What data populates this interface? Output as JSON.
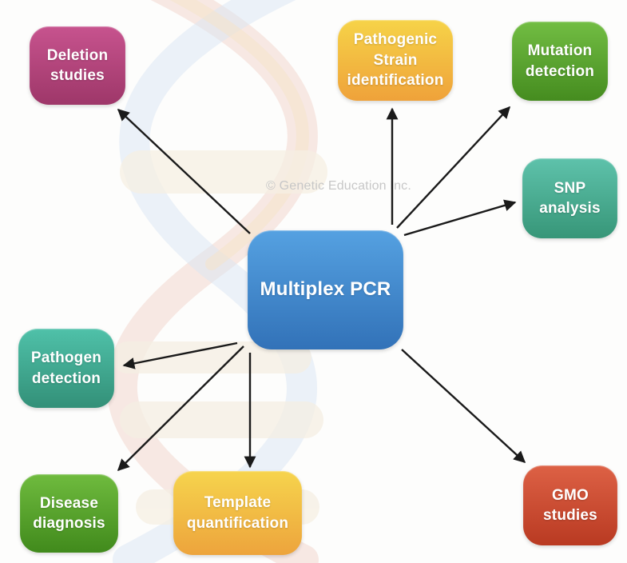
{
  "diagram": {
    "watermark": "© Genetic Education Inc.",
    "background": {
      "icon": "dna-double-helix-faint"
    },
    "arrow_color": "#1a1a1a",
    "center": {
      "id": "multiplex-pcr",
      "label": "Multiplex PCR",
      "color_top": "#55a1e1",
      "color_bottom": "#3272b8"
    },
    "nodes": [
      {
        "id": "deletion-studies",
        "label": "Deletion\nstudies",
        "color_top": "#c7538e",
        "color_bottom": "#9e3769"
      },
      {
        "id": "pathogenic-strain-identification",
        "label": "Pathogenic\nStrain\nidentification",
        "color_top": "#f6d348",
        "color_bottom": "#efa23a"
      },
      {
        "id": "mutation-detection",
        "label": "Mutation\ndetection",
        "color_top": "#72bd43",
        "color_bottom": "#458c1f"
      },
      {
        "id": "snp-analysis",
        "label": "SNP\nanalysis",
        "color_top": "#5ec2ab",
        "color_bottom": "#379678"
      },
      {
        "id": "gmo-studies",
        "label": "GMO\nstudies",
        "color_top": "#dd6145",
        "color_bottom": "#b93a22"
      },
      {
        "id": "template-quantification",
        "label": "Template\nquantification",
        "color_top": "#f6d44d",
        "color_bottom": "#eda43c"
      },
      {
        "id": "disease-diagnosis",
        "label": "Disease\ndiagnosis",
        "color_top": "#6fbb3e",
        "color_bottom": "#418a1c"
      },
      {
        "id": "pathogen-detection",
        "label": "Pathogen\ndetection",
        "color_top": "#4fc1a9",
        "color_bottom": "#339078"
      }
    ],
    "edges": [
      {
        "from": "multiplex-pcr",
        "to": "deletion-studies"
      },
      {
        "from": "multiplex-pcr",
        "to": "pathogenic-strain-identification"
      },
      {
        "from": "multiplex-pcr",
        "to": "mutation-detection"
      },
      {
        "from": "multiplex-pcr",
        "to": "snp-analysis"
      },
      {
        "from": "multiplex-pcr",
        "to": "gmo-studies"
      },
      {
        "from": "multiplex-pcr",
        "to": "template-quantification"
      },
      {
        "from": "multiplex-pcr",
        "to": "disease-diagnosis"
      },
      {
        "from": "multiplex-pcr",
        "to": "pathogen-detection"
      }
    ]
  }
}
